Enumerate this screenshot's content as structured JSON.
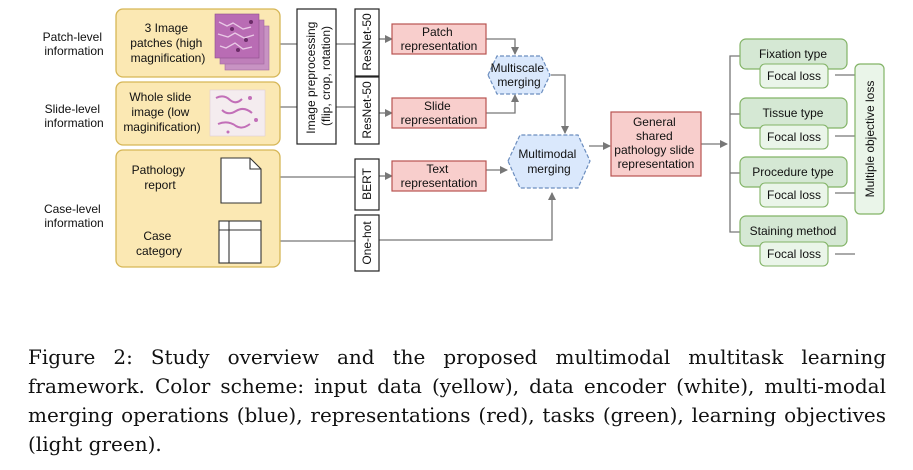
{
  "diagram": {
    "info_labels": {
      "patch": [
        "Patch-level",
        "information"
      ],
      "slide": [
        "Slide-level",
        "information"
      ],
      "case": [
        "Case-level",
        "information"
      ]
    },
    "inputs": {
      "patches": [
        "3 Image",
        "patches (high",
        "magnification)"
      ],
      "whole_slide": [
        "Whole slide",
        "image (low",
        "maginification)"
      ],
      "report": [
        "Pathology",
        "report"
      ],
      "case_category": [
        "Case",
        "category"
      ]
    },
    "preprocessing": [
      "Image preprocessing",
      "(flip, crop, rotation)"
    ],
    "encoders": {
      "resnet_patch": "ResNet-50",
      "resnet_slide": "ResNet-50",
      "bert": "BERT",
      "onehot": "One-hot"
    },
    "representations": {
      "patch": [
        "Patch",
        "representation"
      ],
      "slide": [
        "Slide",
        "representation"
      ],
      "text": [
        "Text",
        "representation"
      ]
    },
    "merging": {
      "multiscale": [
        "Multiscale",
        "merging"
      ],
      "multimodal": [
        "Multimodal",
        "merging"
      ]
    },
    "shared": [
      "General",
      "shared",
      "pathology slide",
      "representation"
    ],
    "tasks": [
      {
        "name": "Fixation type",
        "loss": "Focal loss"
      },
      {
        "name": "Tissue type",
        "loss": "Focal loss"
      },
      {
        "name": "Procedure type",
        "loss": "Focal loss"
      },
      {
        "name": "Staining method",
        "loss": "Focal loss"
      }
    ],
    "objective": "Multiple objective loss",
    "colors": {
      "input": "#fbe8b3",
      "input_border": "#d6b656",
      "representation": "#f8cecc",
      "representation_border": "#b85450",
      "merging": "#dae8fc",
      "merging_border": "#6c8ebf",
      "task": "#d5e8d4",
      "task_border": "#82b366",
      "line": "#777777"
    }
  },
  "caption": {
    "label": "Figure 2:",
    "text": "Study overview and the proposed multimodal multitask learning framework. Color scheme: input data (yellow), data encoder (white), multi-modal merging operations (blue), representations (red), tasks (green), learning objectives (light green)."
  }
}
